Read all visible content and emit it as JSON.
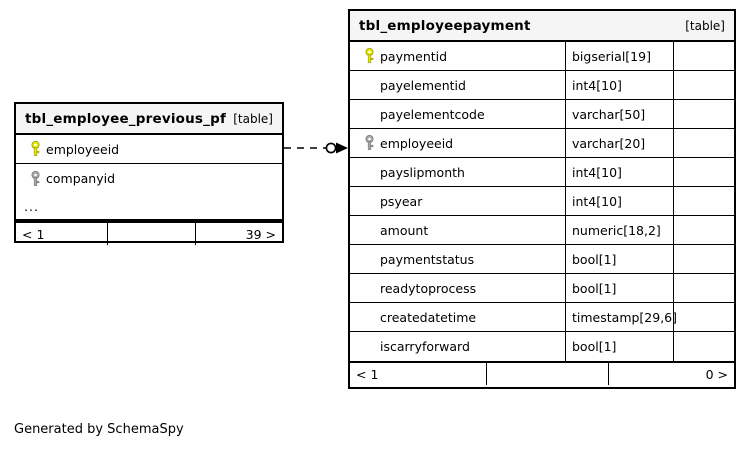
{
  "diagram": {
    "tool": "SchemaSpy",
    "caption": "Generated by SchemaSpy",
    "table_tag": "[table]",
    "ellipsis": "..."
  },
  "tables": [
    {
      "id": "tbl_employee_previous_pf",
      "name": "tbl_employee_previous_pf",
      "tag": "[table]",
      "columns": [
        {
          "name": "employeeid",
          "type": "",
          "key": "primary-key-icon"
        },
        {
          "name": "companyid",
          "type": "",
          "key": "foreign-key-icon"
        }
      ],
      "has_ellipsis": true,
      "footer": {
        "left": "< 1",
        "middle": "",
        "right": "39 >"
      }
    },
    {
      "id": "tbl_employeepayment",
      "name": "tbl_employeepayment",
      "tag": "[table]",
      "columns": [
        {
          "name": "paymentid",
          "type": "bigserial[19]",
          "key": "primary-key-icon"
        },
        {
          "name": "payelementid",
          "type": "int4[10]",
          "key": "none"
        },
        {
          "name": "payelementcode",
          "type": "varchar[50]",
          "key": "none"
        },
        {
          "name": "employeeid",
          "type": "varchar[20]",
          "key": "foreign-key-icon"
        },
        {
          "name": "payslipmonth",
          "type": "int4[10]",
          "key": "none"
        },
        {
          "name": "psyear",
          "type": "int4[10]",
          "key": "none"
        },
        {
          "name": "amount",
          "type": "numeric[18,2]",
          "key": "none"
        },
        {
          "name": "paymentstatus",
          "type": "bool[1]",
          "key": "none"
        },
        {
          "name": "readytoprocess",
          "type": "bool[1]",
          "key": "none"
        },
        {
          "name": "createdatetime",
          "type": "timestamp[29,6]",
          "key": "none"
        },
        {
          "name": "iscarryforward",
          "type": "bool[1]",
          "key": "none"
        }
      ],
      "has_ellipsis": false,
      "footer": {
        "left": "< 1",
        "middle": "",
        "right": "0 >"
      }
    }
  ],
  "relationship": {
    "from_table": "tbl_employee_previous_pf",
    "from_column": "employeeid",
    "to_table": "tbl_employeepayment",
    "to_column": "employeeid",
    "style": "dashed",
    "source_marker": "optional-circle",
    "target_marker": "crows-foot-arrow"
  },
  "colors": {
    "primary_key": "#e8e800",
    "foreign_key": "#a0a0a0",
    "border": "#000000",
    "header_bg": "#f5f5f5",
    "background": "#ffffff"
  }
}
